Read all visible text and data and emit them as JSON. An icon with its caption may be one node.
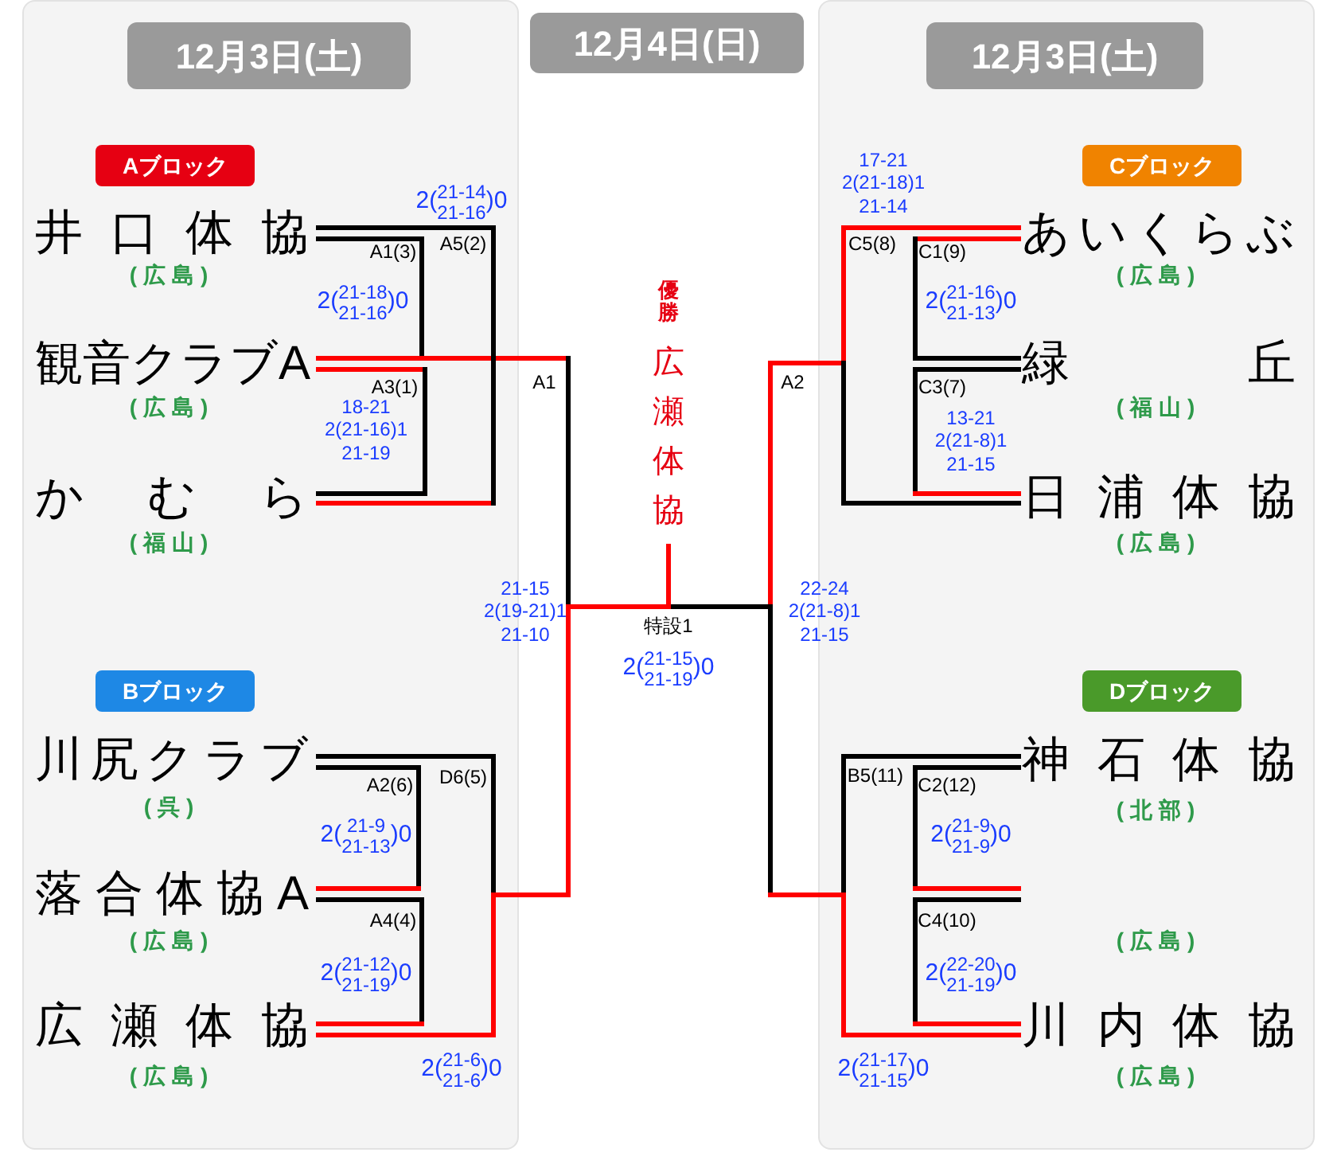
{
  "diagram": {
    "nodes": [
      {
        "text": [
          "12月3日(土)"
        ]
      },
      {
        "text": [
          "12月4日(日)"
        ]
      },
      {
        "text": [
          "12月3日(土)"
        ]
      },
      {
        "text": [
          "Aブロック"
        ]
      },
      {
        "text": [
          "Cブロック"
        ]
      },
      {
        "text": [
          "Bブロック"
        ]
      },
      {
        "text": [
          "Dブロック"
        ]
      }
    ],
    "labels": [
      "2(21-14 21-16)0",
      "井口体協",
      "(広島)",
      "A1(3)",
      "A5(2)",
      "2(21-18 21-16)0",
      "観音クラブA",
      "(広島)",
      "A3(1)",
      "18-21 2(21-16)1 21-19",
      "かむら",
      "(福山)",
      "A1",
      "優勝",
      "広瀬体協",
      "17-21 2(21-18)1 21-14",
      "あいくらぶ",
      "C5(8)",
      "C1(9)",
      "(広島)",
      "2(21-16 21-13)0",
      "緑丘",
      "C3(7)",
      "(福山)",
      "13-21 2(21-8)1 21-15",
      "日浦体協",
      "(広島)",
      "A2",
      "21-15 2(19-21)1 21-10",
      "特設1",
      "2(21-15 21-19)0",
      "22-24 2(21-8)1 21-15",
      "川尻クラブ",
      "(呉)",
      "A2(6)",
      "D6(5)",
      "2(21-9 21-13)0",
      "落合体協A",
      "(広島)",
      "A4(4)",
      "2(21-12 21-19)0",
      "広瀬体協",
      "(広島)",
      "2(21-6 21-6)0",
      "神石体協",
      "B5(11)",
      "C2(12)",
      "(北部)",
      "2(21-9 21-9)0",
      "(広島)",
      "C4(10)",
      "2(22-20 21-19)0",
      "川内体協",
      "(広島)",
      "2(21-17 21-15)0"
    ]
  }
}
